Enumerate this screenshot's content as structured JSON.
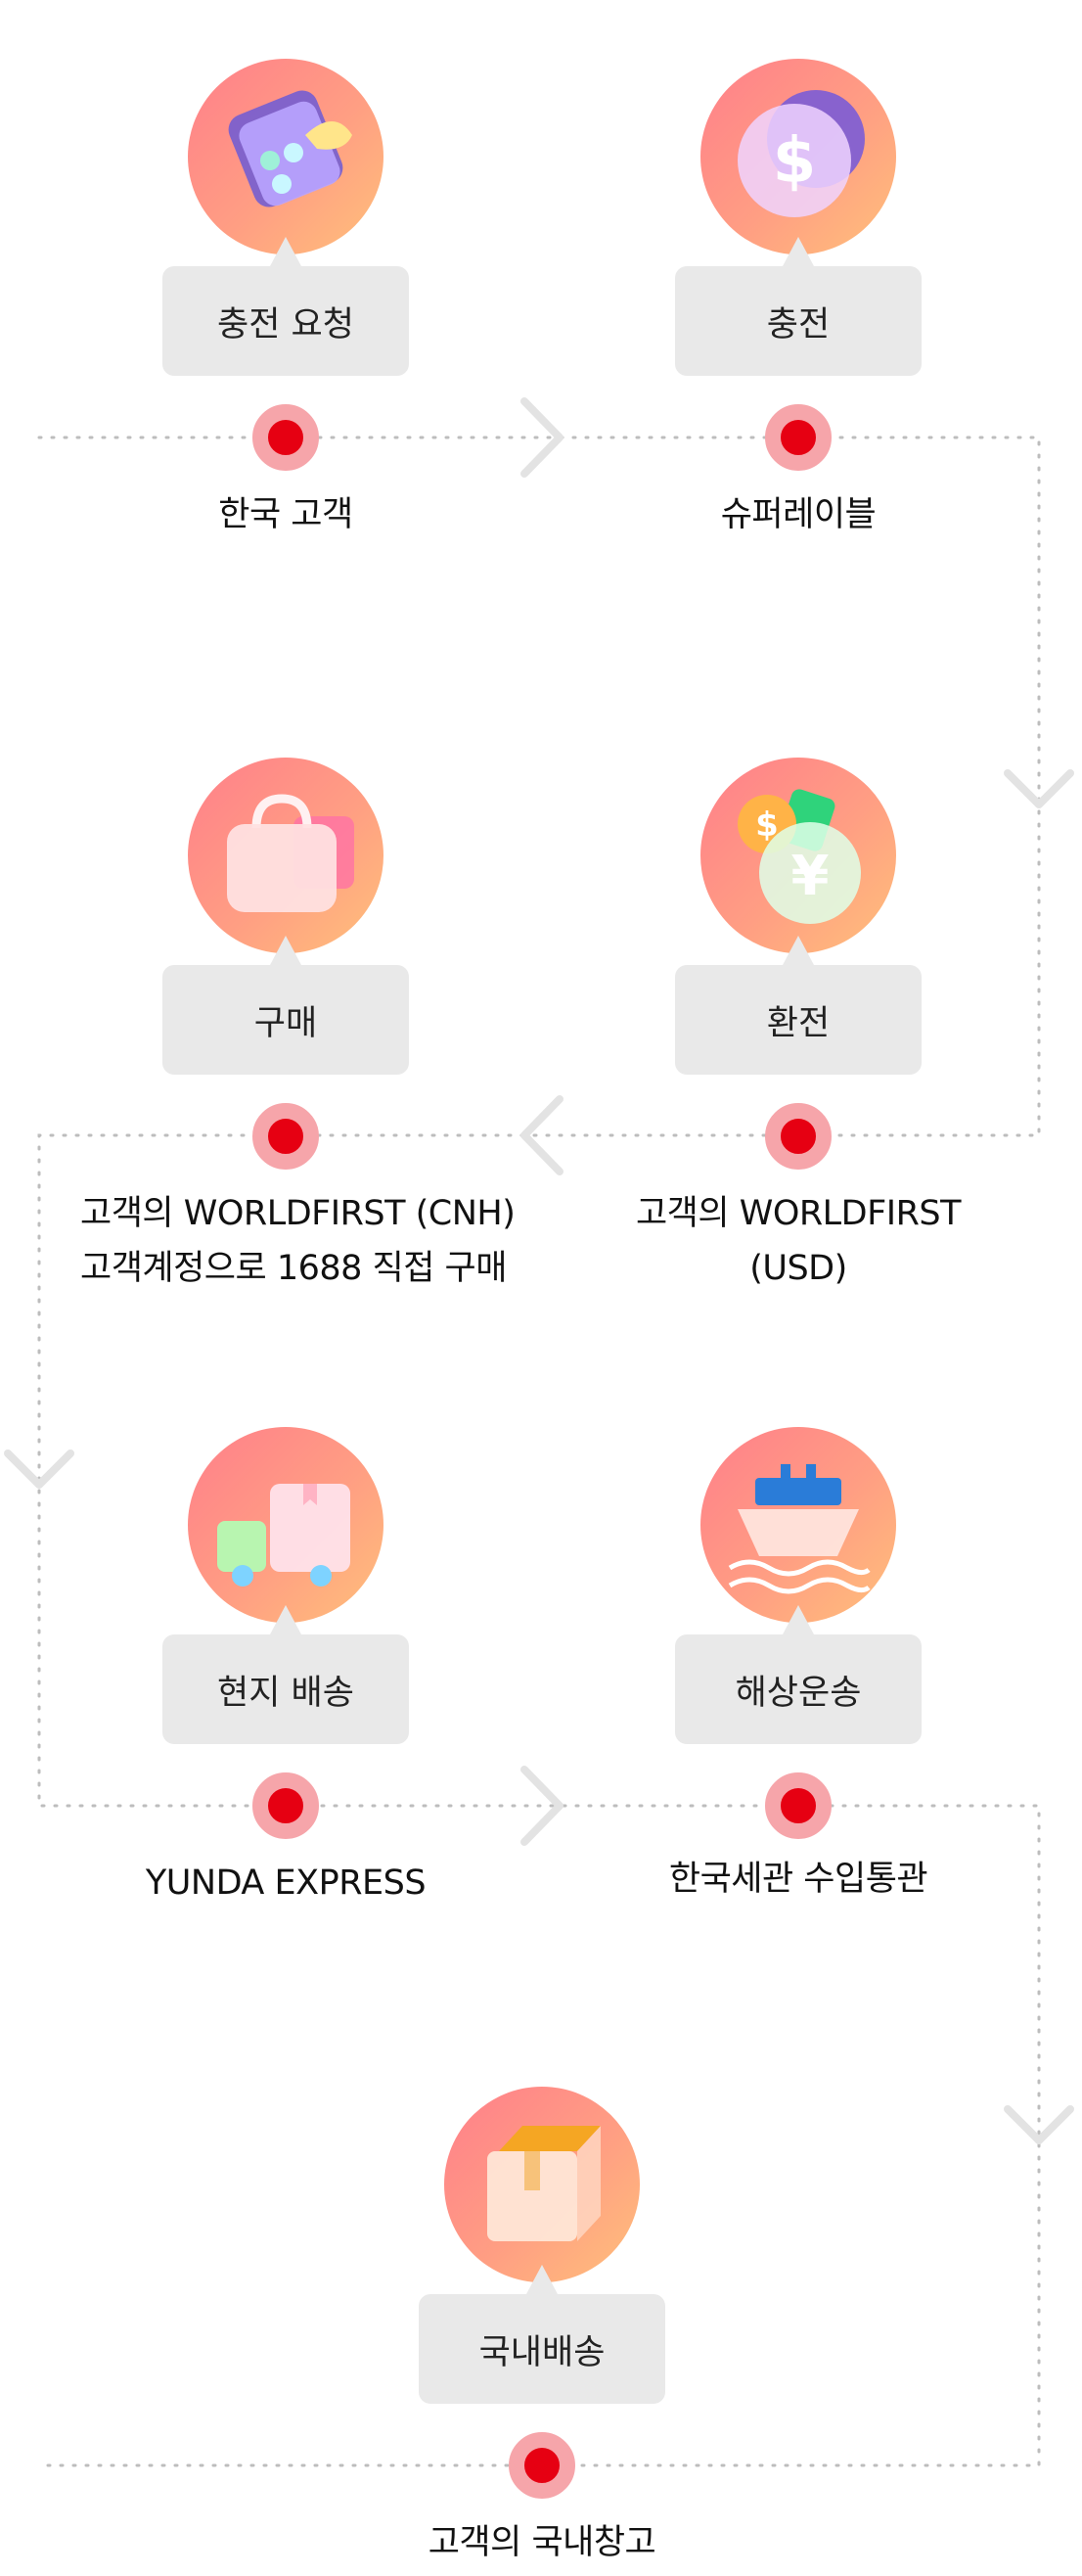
{
  "steps": [
    {
      "label": "충전 요청",
      "caption": [
        "한국 고객"
      ],
      "icon": "wallet-card-icon"
    },
    {
      "label": "충전",
      "caption": [
        "슈퍼레이블"
      ],
      "icon": "dollar-coin-icon"
    },
    {
      "label": "구매",
      "caption": [
        "고객의 WORLDFIRST (CNH)",
        "고객계정으로 1688 직접 구매"
      ],
      "icon": "shopping-bag-icon"
    },
    {
      "label": "환전",
      "caption": [
        "고객의 WORLDFIRST",
        "(USD)"
      ],
      "icon": "currency-exchange-icon"
    },
    {
      "label": "현지 배송",
      "caption": [
        "YUNDA EXPRESS"
      ],
      "icon": "delivery-truck-icon"
    },
    {
      "label": "해상운송",
      "caption": [
        "한국세관 수입통관"
      ],
      "icon": "cargo-ship-icon"
    },
    {
      "label": "국내배송",
      "caption": [
        "고객의 국내창고"
      ],
      "icon": "package-box-icon"
    }
  ],
  "colors": {
    "node": "#e60012",
    "node_ring": "#f6a5aa",
    "label_bg": "#e9e9e9",
    "path": "#bdbdbd",
    "chevron": "#e3e3e3",
    "icon_gradient": [
      "#ff7f8a",
      "#ffc07a"
    ]
  }
}
